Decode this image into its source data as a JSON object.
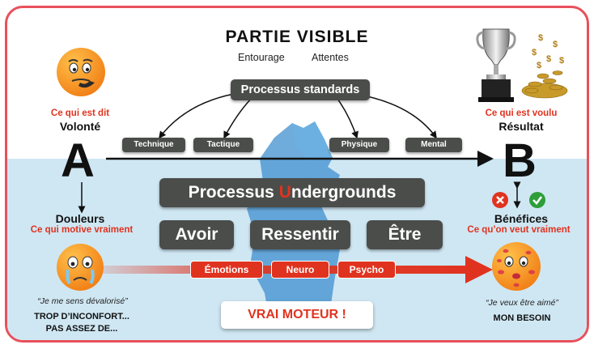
{
  "title": "PARTIE VISIBLE",
  "subtitle_left": "Entourage",
  "subtitle_right": "Attentes",
  "top_process": "Processus standards",
  "categories": [
    "Technique",
    "Tactique",
    "Physique",
    "Mental"
  ],
  "left": {
    "letter": "A",
    "red_top": "Ce qui est dit",
    "black_top": "Volonté",
    "black_bottom": "Douleurs",
    "red_bottom_prefix": "Ce qui motive ",
    "red_bottom_emph": "vraiment",
    "quote": "“Je me sens dévalorisé”",
    "caps_line1": "TROP D’INCONFORT...",
    "caps_line2": "PAS ASSEZ DE..."
  },
  "right": {
    "letter": "B",
    "red_top": "Ce qui est voulu",
    "black_top": "Résultat",
    "black_bottom": "Bénéfices",
    "red_bottom_prefix": "Ce qu’on veut ",
    "red_bottom_emph": "vraiment",
    "quote": "“Je veux être aimé”",
    "caps_line1": "MON BESOIN"
  },
  "underground": {
    "pre": "Processus ",
    "letter": "U",
    "post": "ndergrounds"
  },
  "pillars": [
    "Avoir",
    "Ressentir",
    "Être"
  ],
  "motor_steps": [
    "Émotions",
    "Neuro",
    "Psycho"
  ],
  "motor_label": "VRAI MOTEUR !",
  "colors": {
    "accent_red": "#e0331f",
    "frame": "#e8505b",
    "dark_pill": "#4b4d4b",
    "water": "#cfe7f3",
    "iceberg": "#3f8fcf"
  },
  "icons": [
    "trophy-icon",
    "money-icon",
    "cross-icon",
    "check-icon",
    "face-thinking-icon",
    "face-crying-icon",
    "face-kiss-icon"
  ]
}
